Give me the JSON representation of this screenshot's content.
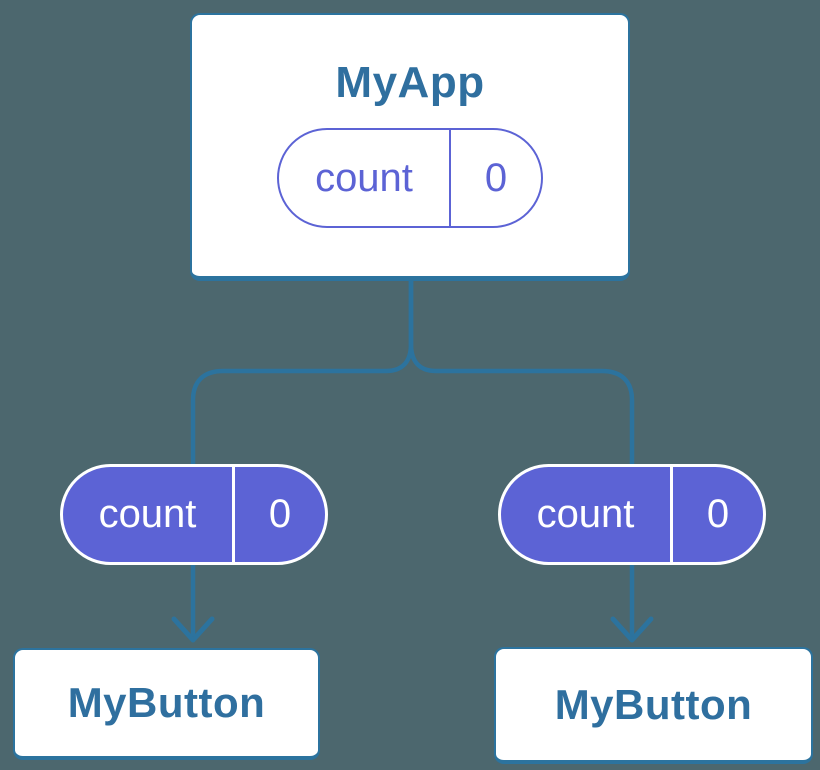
{
  "diagram": {
    "type": "component-tree",
    "colors": {
      "bg": "#4c676e",
      "blue": "#2c739e",
      "purple": "#5c63d5",
      "text-blue": "#2f6f9f",
      "node-bg": "#ffffff"
    },
    "parent": {
      "title": "MyApp",
      "state": {
        "name": "count",
        "value": "0"
      }
    },
    "children": [
      {
        "title": "MyButton",
        "state": {
          "name": "count",
          "value": "0"
        }
      },
      {
        "title": "MyButton",
        "state": {
          "name": "count",
          "value": "0"
        }
      }
    ]
  }
}
